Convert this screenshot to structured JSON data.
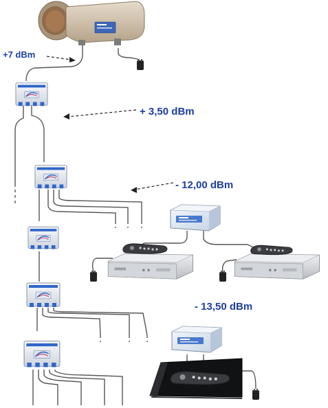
{
  "labels": {
    "lnb_output": "+7 dBm",
    "level_1": "+ 3,50 dBm",
    "level_2": "- 12,00 dBm",
    "level_3": "- 13,50 dBm"
  },
  "colors": {
    "label_text": "#1c3fa0",
    "cable": "#555555",
    "device_body": "#e4e8ee",
    "connector_blue": "#2f66c8",
    "receiver_silver": "#d6d8dc",
    "lnb_beige": "#c9b9a2"
  },
  "icons": [
    "lnb-icon",
    "splitter-icon",
    "switch-box-icon",
    "satellite-receiver-icon",
    "remote-control-icon",
    "set-top-box-icon",
    "power-plug-icon"
  ]
}
